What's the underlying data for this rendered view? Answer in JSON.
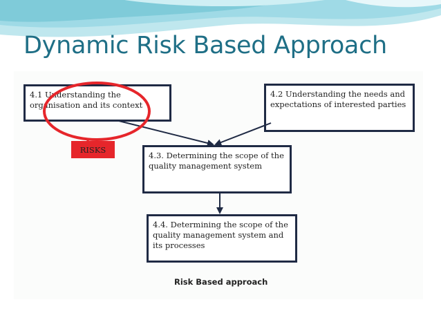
{
  "slide": {
    "title": "Dynamic Risk Based Approach"
  },
  "diagram": {
    "boxes": [
      {
        "id": "4.1",
        "text": "4.1 Understanding the organisation and its context"
      },
      {
        "id": "4.2",
        "text": "4.2 Understanding the needs and expectations of interested parties"
      },
      {
        "id": "4.3",
        "text": "4.3. Determining the scope of the quality management system"
      },
      {
        "id": "4.4",
        "text": "4.4. Determining the scope of the quality management system and its processes"
      }
    ],
    "risk_tag": "RISKS",
    "caption": "Risk Based approach"
  },
  "colors": {
    "title": "#1f6f86",
    "box_border": "#1f2a44",
    "highlight": "#e6262b",
    "wave": "#8fd3e0"
  }
}
